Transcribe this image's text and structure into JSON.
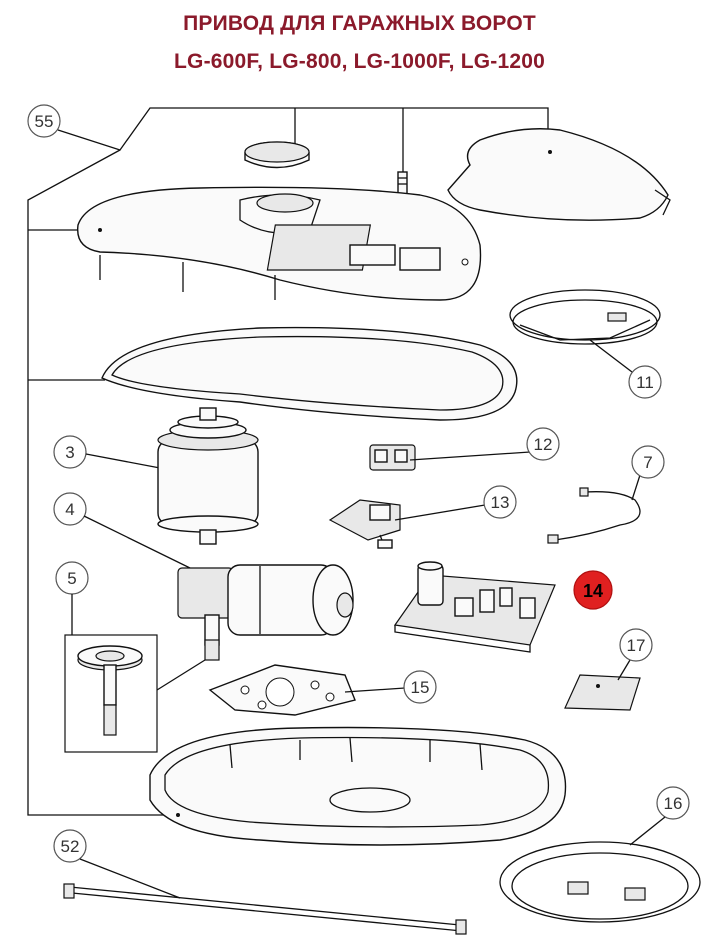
{
  "title": {
    "line1": "ПРИВОД ДЛЯ ГАРАЖНЫХ ВОРОТ",
    "line2": "LG-600F, LG-800, LG-1000F, LG-1200"
  },
  "callouts": {
    "c55": "55",
    "c11": "11",
    "c3": "3",
    "c12": "12",
    "c7": "7",
    "c4": "4",
    "c13": "13",
    "c5": "5",
    "c14": "14",
    "c17": "17",
    "c15": "15",
    "c16": "16",
    "c52": "52"
  },
  "colors": {
    "title": "#8b1a2b",
    "highlight": "#e02020"
  }
}
